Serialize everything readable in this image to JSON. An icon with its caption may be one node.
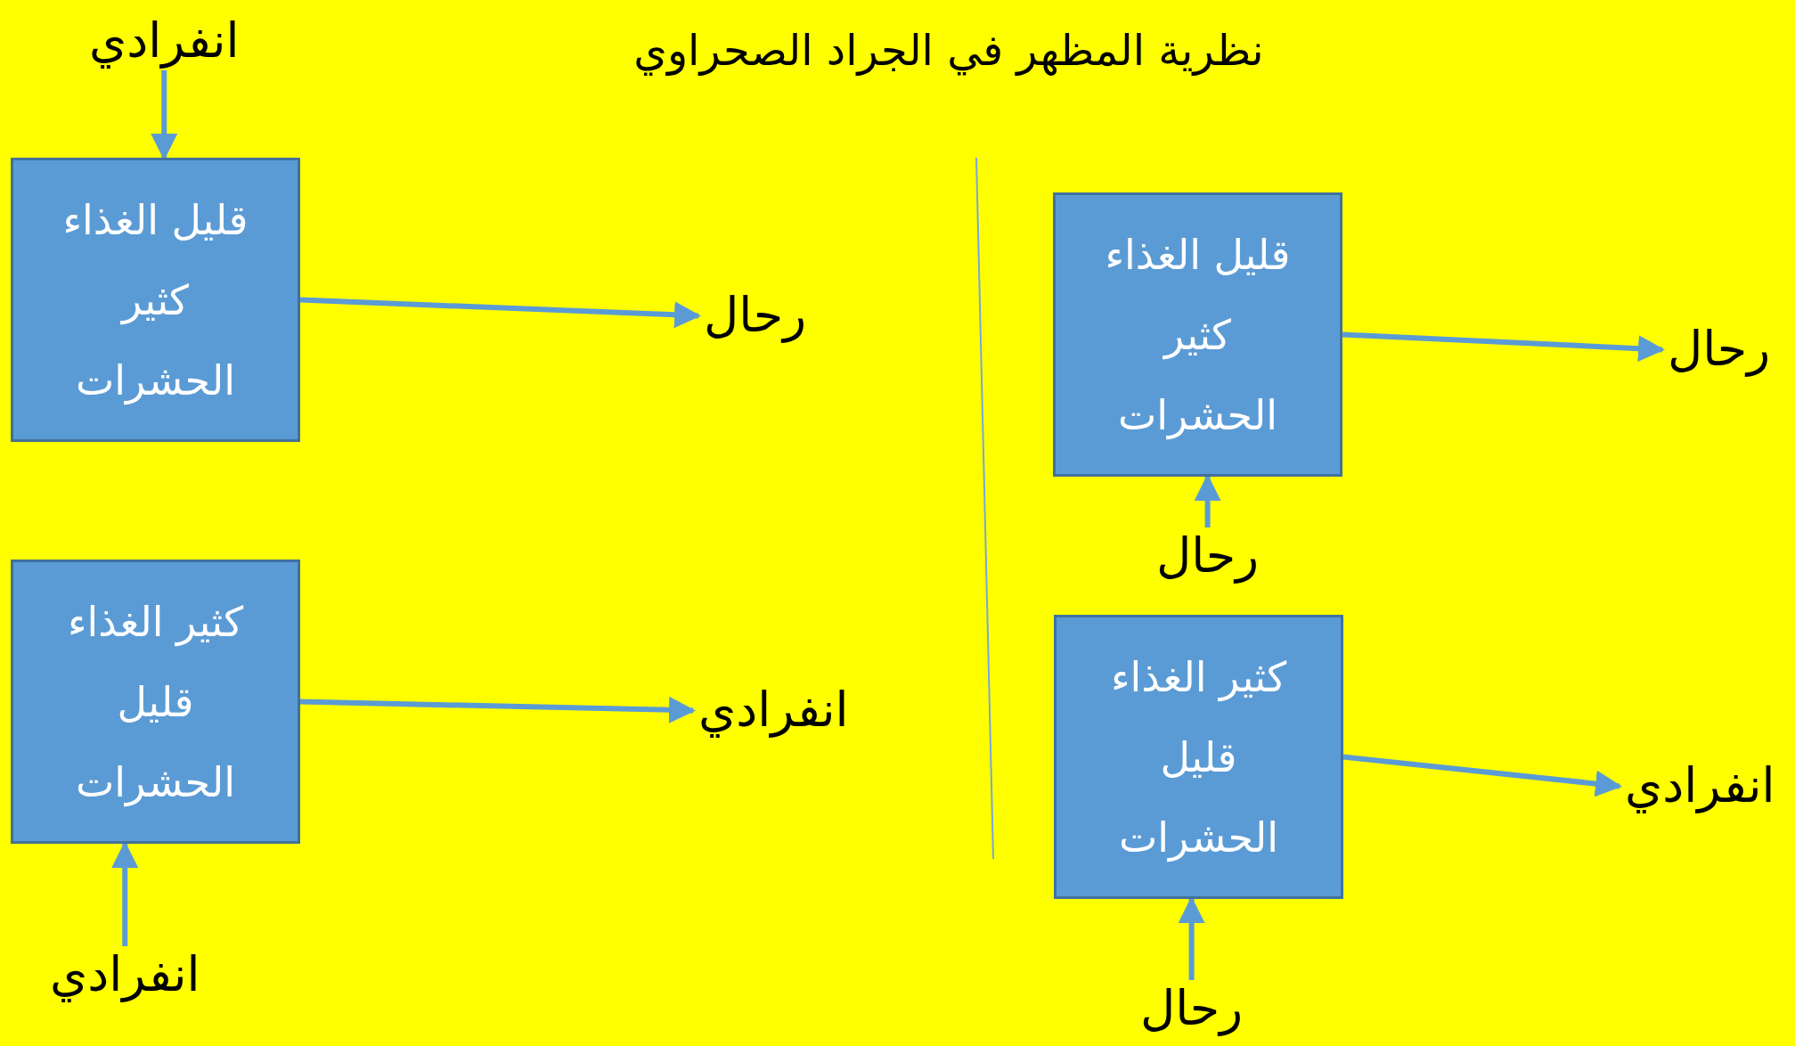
{
  "diagram": {
    "title": "نظرية المظهر في الجراد الصحراوي",
    "nodes": [
      {
        "text": [
          "انفرادي"
        ]
      },
      {
        "text": [
          "قليل الغذاء كثير الحشرات"
        ]
      },
      {
        "text": [
          "رحال"
        ]
      },
      {
        "text": [
          "كثير الغذاء قليل الحشرات"
        ]
      },
      {
        "text": [
          "انفرادي"
        ]
      },
      {
        "text": [
          "انفرادي"
        ]
      },
      {
        "text": [
          "قليل الغذاء كثير الحشرات"
        ]
      },
      {
        "text": [
          "رحال"
        ]
      },
      {
        "text": [
          "رحال"
        ]
      },
      {
        "text": [
          "كثير الغذاء قليل الحشرات"
        ]
      },
      {
        "text": [
          "انفرادي"
        ]
      },
      {
        "text": [
          "رحال"
        ]
      }
    ],
    "edges": [
      {
        "from": 0,
        "to": 1,
        "arrow": "to"
      },
      {
        "from": 1,
        "to": 2,
        "arrow": "to"
      },
      {
        "from": 3,
        "to": 4,
        "arrow": "to"
      },
      {
        "from": 5,
        "to": 3,
        "arrow": "to"
      },
      {
        "from": 6,
        "to": 7,
        "arrow": "to"
      },
      {
        "from": 8,
        "to": 6,
        "arrow": "to"
      },
      {
        "from": 9,
        "to": 10,
        "arrow": "to"
      },
      {
        "from": 11,
        "to": 9,
        "arrow": "to"
      }
    ]
  }
}
